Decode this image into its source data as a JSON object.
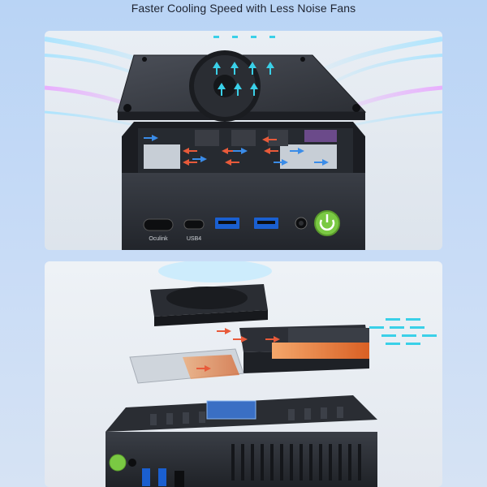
{
  "page": {
    "title": "Faster Cooling Speed with Less Noise Fans"
  },
  "top_panel": {
    "ports": {
      "oculink_label": "Oculink",
      "usb4_label": "USB4"
    }
  },
  "colors": {
    "page_background": "#c3d8f5",
    "cool_air": "#3ad0e8",
    "warm_air": "#e85a3a",
    "power_button": "#7ac943",
    "device_body": "#2a2d33"
  },
  "icons": [
    "fan-icon",
    "cool-air-arrow-icon",
    "warm-air-arrow-icon",
    "power-icon",
    "usb-port-icon",
    "audio-jack-icon"
  ]
}
